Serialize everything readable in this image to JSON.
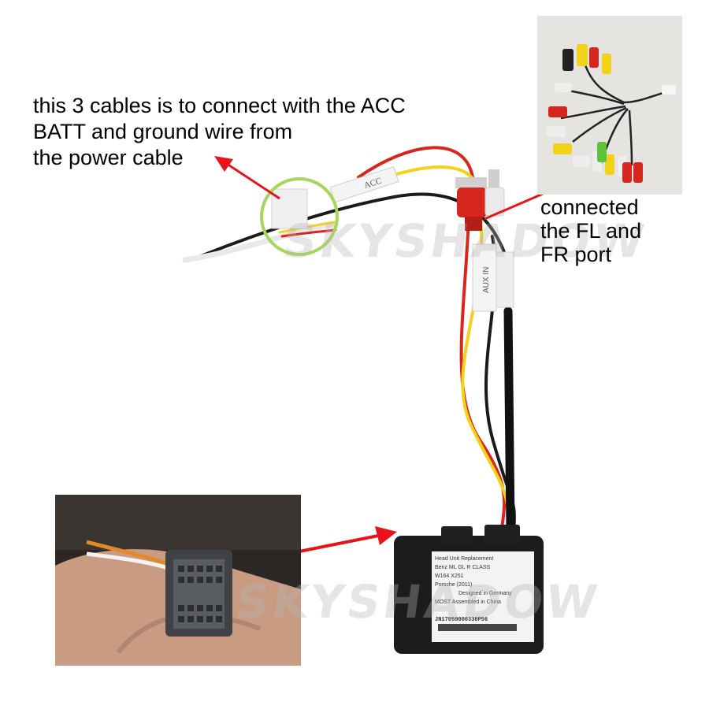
{
  "annotation_left": {
    "lines": [
      "this 3 cables is to connect with the ACC",
      "BATT and ground wire from",
      "the power cable"
    ]
  },
  "annotation_right": {
    "lines": [
      "connected",
      "the FL and",
      "FR port"
    ]
  },
  "box_label": {
    "lines": [
      "Head Unit Replacement",
      "Benz ML GL R CLASS",
      "W164 X251",
      "Porsche (2011)",
      "Designed in Germany",
      "MOST    Assembled in China",
      "JN17050000330P56"
    ]
  },
  "cable_tags": {
    "aux": "AUX IN",
    "acc": "ACC"
  },
  "watermark": "SKYSHADOW",
  "colors": {
    "arrow": "#e8141b",
    "highlight_circle": "#a5d85a",
    "wire_red": "#d9261c",
    "wire_yellow": "#f2d21b",
    "wire_black": "#1a1a1a",
    "module_box": "#1c1c1c"
  }
}
